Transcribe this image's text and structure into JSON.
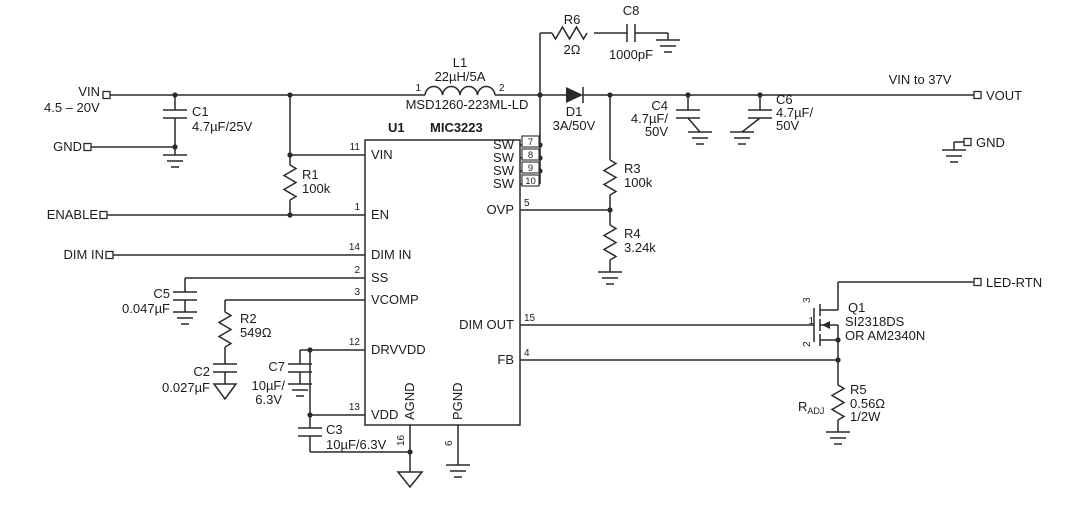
{
  "terminals": {
    "vin": {
      "label": "VIN",
      "range": "4.5 – 20V"
    },
    "gnd_left": {
      "label": "GND"
    },
    "enable": {
      "label": "ENABLE"
    },
    "dim_in": {
      "label": "DIM IN"
    },
    "vout": {
      "label": "VOUT",
      "note": "VIN to 37V"
    },
    "gnd_right": {
      "label": "GND"
    },
    "led_rtn": {
      "label": "LED-RTN"
    }
  },
  "u1": {
    "ref": "U1",
    "part": "MIC3223",
    "left_pins": [
      {
        "num": "11",
        "name": "VIN"
      },
      {
        "num": "1",
        "name": "EN"
      },
      {
        "num": "14",
        "name": "DIM IN"
      },
      {
        "num": "2",
        "name": "SS"
      },
      {
        "num": "3",
        "name": "VCOMP"
      },
      {
        "num": "12",
        "name": "DRVVDD"
      },
      {
        "num": "13",
        "name": "VDD"
      }
    ],
    "right_pins": [
      {
        "num": "7",
        "name": "SW"
      },
      {
        "num": "8",
        "name": "SW"
      },
      {
        "num": "9",
        "name": "SW"
      },
      {
        "num": "10",
        "name": "SW"
      },
      {
        "num": "5",
        "name": "OVP"
      },
      {
        "num": "15",
        "name": "DIM OUT"
      },
      {
        "num": "4",
        "name": "FB"
      }
    ],
    "bottom_pins": [
      {
        "num": "16",
        "name": "AGND"
      },
      {
        "num": "6",
        "name": "PGND"
      }
    ]
  },
  "components": {
    "c1": {
      "ref": "C1",
      "value": "4.7µF/25V"
    },
    "r1": {
      "ref": "R1",
      "value": "100k"
    },
    "l1": {
      "ref": "L1",
      "value": "22µH/5A",
      "part": "MSD1260-223ML-LD",
      "pin1": "1",
      "pin2": "2"
    },
    "r6": {
      "ref": "R6",
      "value": "2Ω"
    },
    "c8": {
      "ref": "C8",
      "value": "1000pF"
    },
    "d1": {
      "ref": "D1",
      "value": "3A/50V"
    },
    "r3": {
      "ref": "R3",
      "value": "100k"
    },
    "r4": {
      "ref": "R4",
      "value": "3.24k"
    },
    "c4": {
      "ref": "C4",
      "value_line1": "4.7µF/",
      "value_line2": "50V"
    },
    "c6": {
      "ref": "C6",
      "value_line1": "4.7µF/",
      "value_line2": "50V"
    },
    "c5": {
      "ref": "C5",
      "value": "0.047µF"
    },
    "r2": {
      "ref": "R2",
      "value": "549Ω"
    },
    "c2": {
      "ref": "C2",
      "value": "0.027µF"
    },
    "c7": {
      "ref": "C7",
      "value_line1": "10µF/",
      "value_line2": "6.3V"
    },
    "c3": {
      "ref": "C3",
      "value": "10µF/6.3V"
    },
    "q1": {
      "ref": "Q1",
      "part1": "SI2318DS",
      "part2": "OR AM2340N",
      "pin_drain": "3",
      "pin_gate": "1",
      "pin_source": "2"
    },
    "r5": {
      "ref": "R5",
      "value": "0.56Ω",
      "power": "1/2W"
    },
    "radj": {
      "base": "R",
      "sub": "ADJ"
    }
  }
}
